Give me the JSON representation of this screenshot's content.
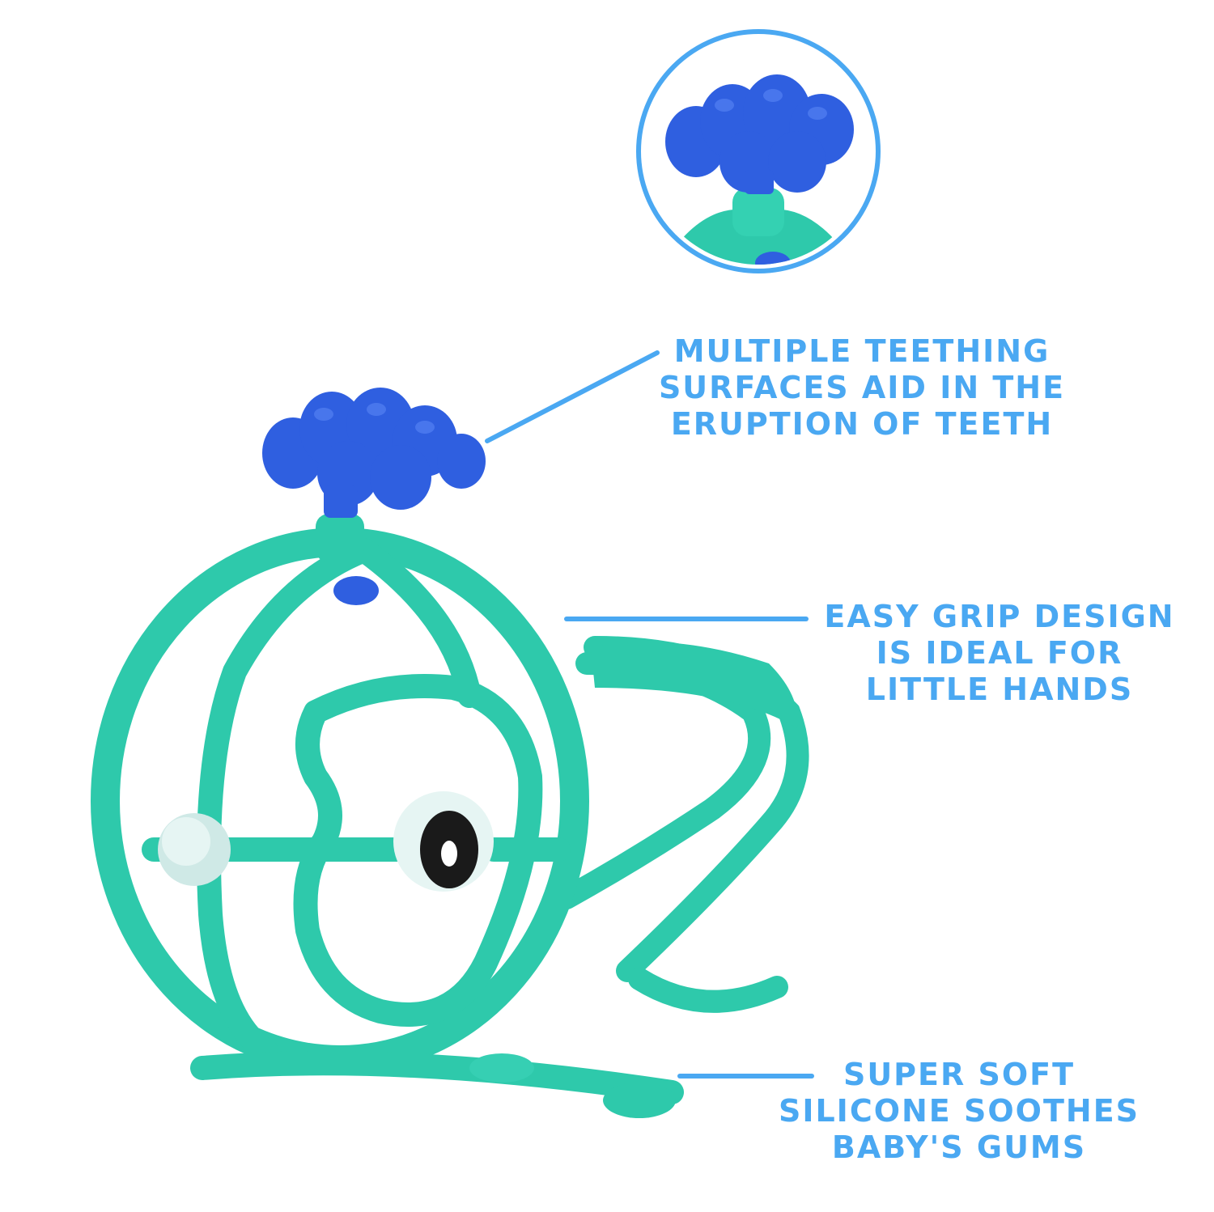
{
  "features": [
    {
      "lines": [
        "MULTIPLE TEETHING",
        "SURFACES AID IN THE",
        "ERUPTION OF TEETH"
      ]
    },
    {
      "lines": [
        "EASY GRIP DESIGN",
        "IS IDEAL FOR",
        "LITTLE HANDS"
      ]
    },
    {
      "lines": [
        "SUPER SOFT",
        "SILICONE SOOTHES",
        "BABY'S GUMS"
      ]
    }
  ],
  "colors": {
    "accent": "#4aa8f2",
    "teether_body": "#2ec9ab",
    "teether_top": "#2f5fe0",
    "background": "#ffffff"
  },
  "icons": [
    "whale-teether-image",
    "teething-surface-zoom-circle"
  ]
}
